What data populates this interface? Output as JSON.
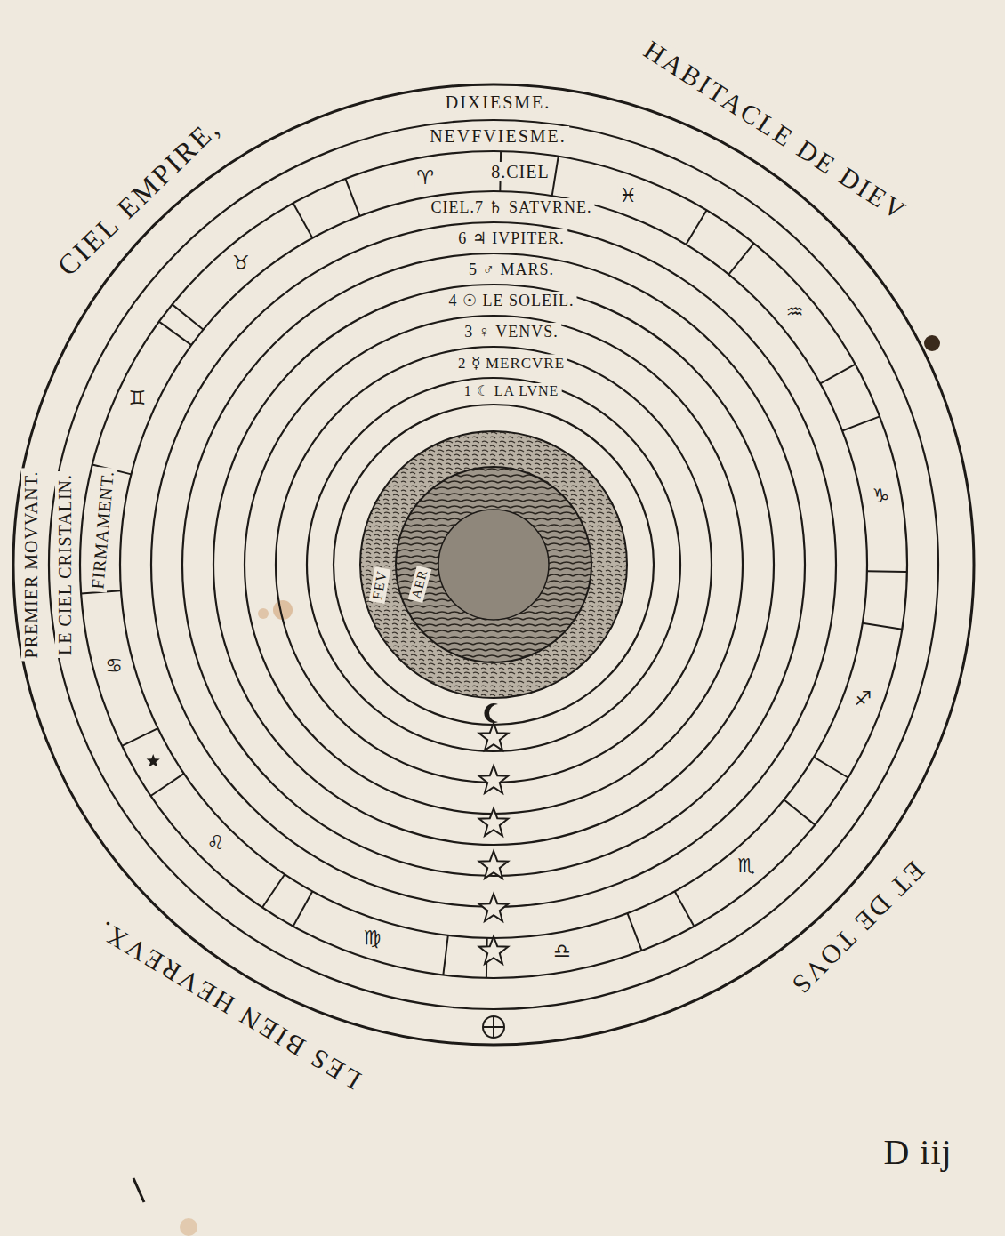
{
  "diagram": {
    "labels": [
      "CIEL EMPIRE,",
      "HABITACLE DE DIEV",
      "ET DE TOVS",
      "LES BIEN HEVREVX.",
      "DIXIESME.",
      "NEVFVIESME.",
      "8.CIEL",
      "CIEL.7 ♄ SATVRNE.",
      "6 ♃ IVPITER.",
      "5 ♂ MARS.",
      "4 ☉ LE SOLEIL.",
      "3 ♀ VENVS.",
      "2 ☿ MERCVRE",
      "1 ☾ LA LVNE",
      "PREMIER MOVVANT.",
      "LE CIEL CRISTALIN.",
      "FIRMAMENT.",
      "FEV",
      "AER",
      "♈",
      "♉",
      "♊",
      "♋",
      "♌",
      "♍",
      "♎",
      "♏",
      "♐",
      "♑",
      "♒",
      "♓",
      "D iij"
    ]
  }
}
